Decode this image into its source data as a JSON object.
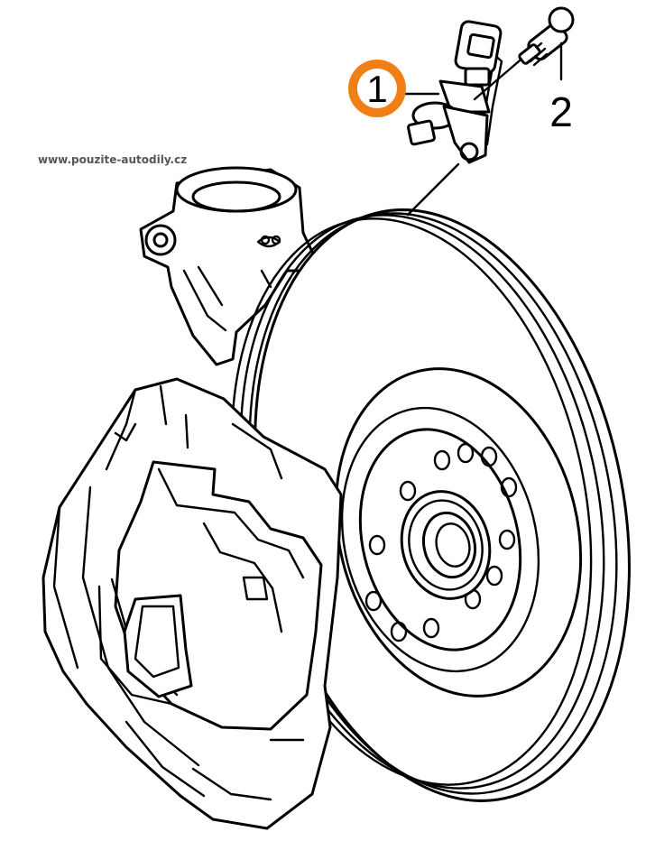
{
  "watermark": "www.pouzite-autodily.cz",
  "callouts": [
    {
      "number": "1",
      "highlighted": true,
      "part": "wheel-speed-sensor"
    },
    {
      "number": "2",
      "highlighted": false,
      "part": "bolt"
    }
  ],
  "colors": {
    "highlight": "#f07f16",
    "line": "#000000",
    "background": "#ffffff",
    "watermark": "#555555"
  }
}
